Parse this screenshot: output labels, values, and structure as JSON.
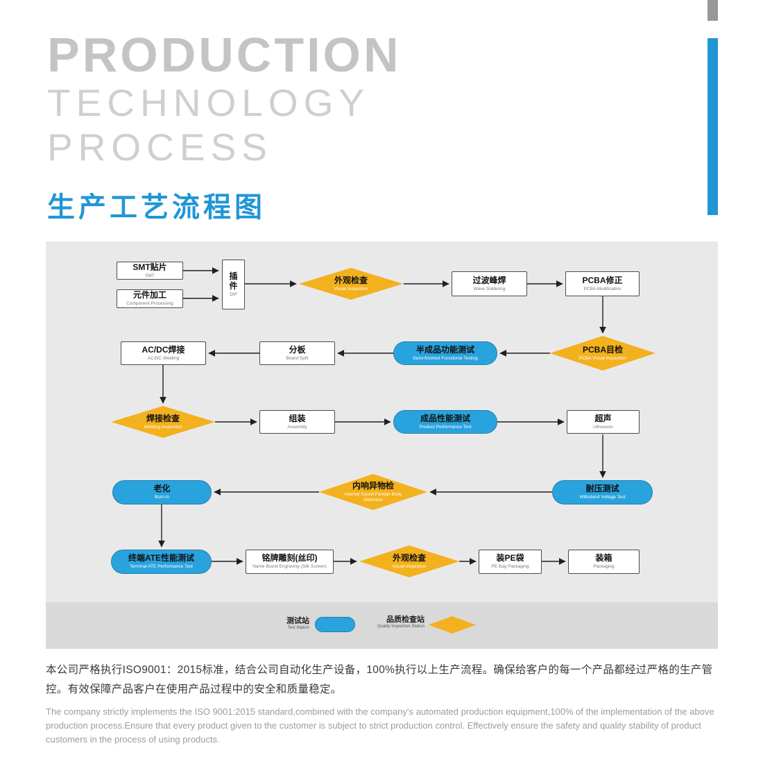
{
  "header": {
    "line1": "PRODUCTION",
    "line2": "TECHNOLOGY",
    "line3": "PROCESS",
    "subtitle_cn": "生产工艺流程图"
  },
  "colors": {
    "accent_blue": "#2196d6",
    "pill_blue": "#29a3dd",
    "diamond_yellow": "#f3b11d",
    "flow_bg": "#e9e9e9",
    "legend_bg": "#d9d9d9"
  },
  "flowchart": {
    "nodes": [
      {
        "label": "SMT贴片",
        "sub": "SMT",
        "type": "rect"
      },
      {
        "label": "元件加工",
        "sub": "Component Processing",
        "type": "rect"
      },
      {
        "label": "插件",
        "sub": "DIP",
        "type": "rect"
      },
      {
        "label": "外观检查",
        "sub": "Visual Inspection",
        "type": "diamond"
      },
      {
        "label": "过波峰焊",
        "sub": "Wave Soldering",
        "type": "rect"
      },
      {
        "label": "PCBA修正",
        "sub": "PCBA Modification",
        "type": "rect"
      },
      {
        "label": "PCBA目检",
        "sub": "PCBA Visual Inspection",
        "type": "diamond"
      },
      {
        "label": "半成品功能测试",
        "sub": "Semi-finished Functional Testing",
        "type": "pill"
      },
      {
        "label": "分板",
        "sub": "Board Split",
        "type": "rect"
      },
      {
        "label": "AC/DC焊接",
        "sub": "AC/DC Welding",
        "type": "rect"
      },
      {
        "label": "焊接检查",
        "sub": "Welding Inspection",
        "type": "diamond"
      },
      {
        "label": "组装",
        "sub": "Assembly",
        "type": "rect"
      },
      {
        "label": "成品性能测试",
        "sub": "Product Performance Test",
        "type": "pill"
      },
      {
        "label": "超声",
        "sub": "Ultrasonic",
        "type": "rect"
      },
      {
        "label": "耐压测试",
        "sub": "Withstand Voltage Test",
        "type": "pill"
      },
      {
        "label": "内响异物检",
        "sub": "Internal Sound Foreign Body Detection",
        "type": "diamond"
      },
      {
        "label": "老化",
        "sub": "Burn-in",
        "type": "pill"
      },
      {
        "label": "终端ATE性能测试",
        "sub": "Terminal ATE Performance Test",
        "type": "pill"
      },
      {
        "label": "铭牌雕刻(丝印)",
        "sub": "Name Brand Engraving (Silk Screen)",
        "type": "rect"
      },
      {
        "label": "外观检查",
        "sub": "Visual Inspection",
        "type": "diamond"
      },
      {
        "label": "装PE袋",
        "sub": "PE Bag Packaging",
        "type": "rect"
      },
      {
        "label": "装箱",
        "sub": "Packaging",
        "type": "rect"
      }
    ]
  },
  "legend": {
    "test_cn": "测试站",
    "test_en": "Test Station",
    "quality_cn": "品质检查站",
    "quality_en": "Quality Inspection Station"
  },
  "footer": {
    "cn": "本公司严格执行ISO9001：2015标准，结合公司自动化生产设备，100%执行以上生产流程。确保给客户的每一个产品都经过严格的生产管控。有效保障产品客户在使用产品过程中的安全和质量稳定。",
    "en": "The company strictly implements the ISO 9001:2015 standard,combined with the company's automated production equipment,100% of the implementation of the above production process.Ensure that every product given to the customer is subject to strict production control. Effectively ensure the safety and quality stability of product customers in the process of using products."
  }
}
